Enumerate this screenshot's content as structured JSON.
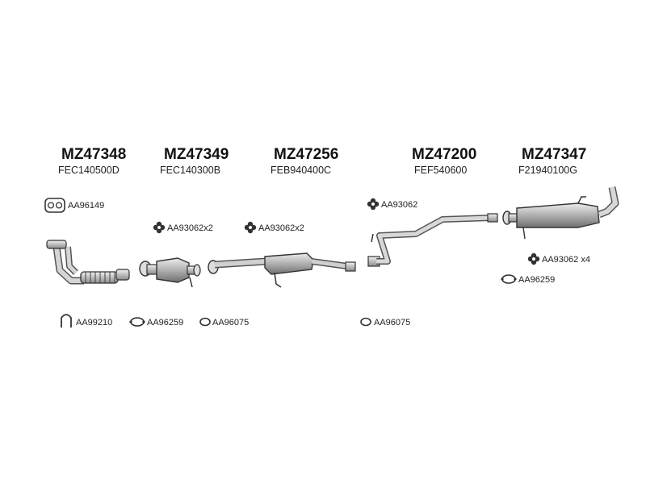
{
  "parts": [
    {
      "part_number": "MZ47348",
      "oem_code": "FEC140500D"
    },
    {
      "part_number": "MZ47349",
      "oem_code": "FEC140300B"
    },
    {
      "part_number": "MZ47256",
      "oem_code": "FEB940400C"
    },
    {
      "part_number": "MZ47200",
      "oem_code": "FEF540600"
    },
    {
      "part_number": "MZ47347",
      "oem_code": "F21940100G"
    }
  ],
  "fittings": {
    "aa96149": "AA96149",
    "aa93062x2_a": "AA93062x2",
    "aa93062x2_b": "AA93062x2",
    "aa93062": "AA93062",
    "aa93062x4": "AA93062 x4",
    "aa96259_right": "AA96259",
    "aa99210": "AA99210",
    "aa96259_left": "AA96259",
    "aa96075_left": "AA96075",
    "aa96075_mid": "AA96075"
  }
}
